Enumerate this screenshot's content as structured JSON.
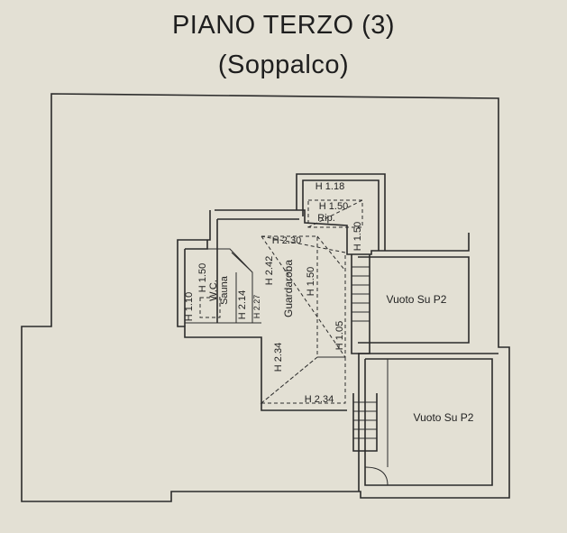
{
  "plan": {
    "title": "PIANO TERZO (3)",
    "subtitle": "(Soppalco)"
  },
  "labels": {
    "h118": "H 1.18",
    "h150_rip": "H 1.50",
    "rip": "Rip.",
    "h150_v_rip": "H 1.50",
    "h230": "H 2.30",
    "h242": "H 2.42",
    "guardaroba": "Guardaroba",
    "h150_guard": "H 1.50",
    "h105": "H 1.05",
    "h110": "H 1.10",
    "h150_wc": "H 1.50",
    "wc": "W.C.",
    "sauna": "Sauna",
    "h214": "H 2.14",
    "h227": "H 2.27",
    "h234_v": "H 2.34",
    "h234_h": "H 2.34",
    "vuoto1": "Vuoto Su P2",
    "vuoto2": "Vuoto Su P2"
  }
}
